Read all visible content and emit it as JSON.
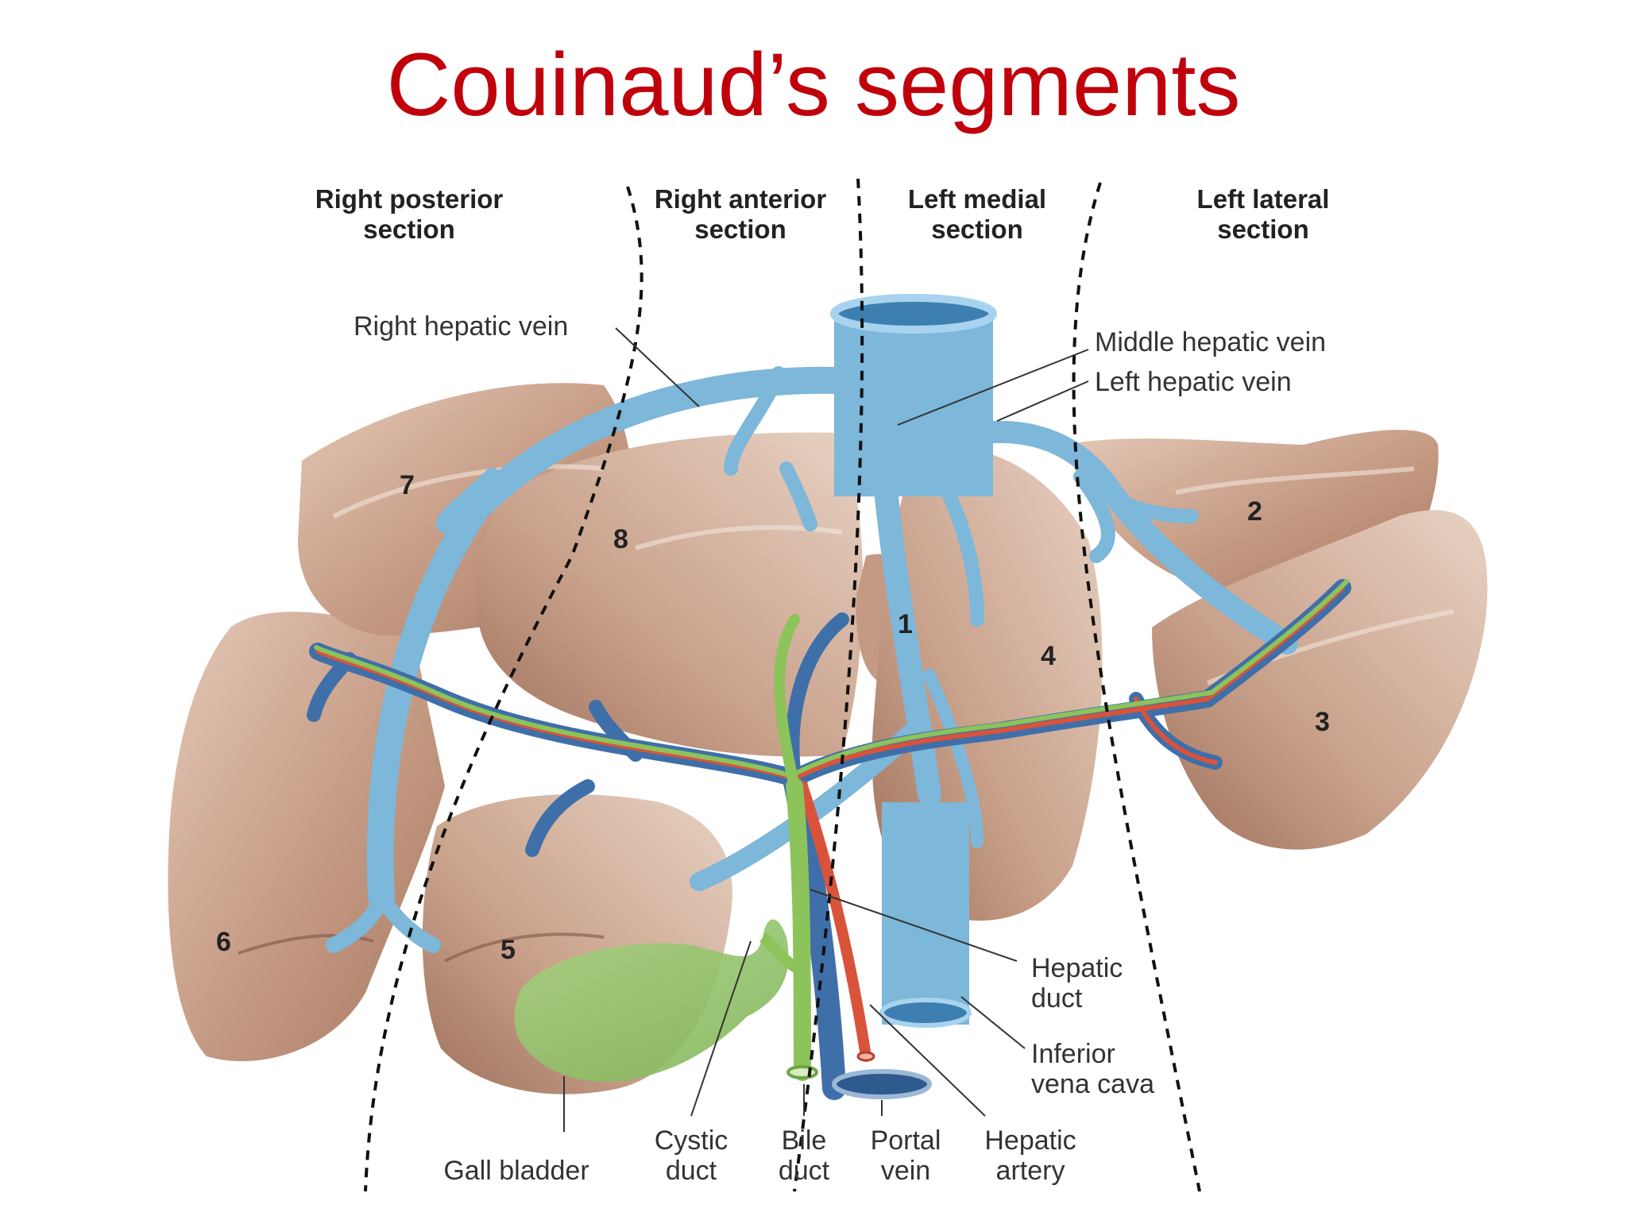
{
  "title": "Couinaud’s segments",
  "sections": {
    "right_posterior": [
      "Right posterior",
      "section"
    ],
    "right_anterior": [
      "Right anterior",
      "section"
    ],
    "left_medial": [
      "Left medial",
      "section"
    ],
    "left_lateral": [
      "Left lateral",
      "section"
    ]
  },
  "segments": {
    "s1": "1",
    "s2": "2",
    "s3": "3",
    "s4": "4",
    "s5": "5",
    "s6": "6",
    "s7": "7",
    "s8": "8"
  },
  "labels": {
    "right_hepatic_vein": "Right hepatic vein",
    "middle_hepatic_vein": "Middle hepatic vein",
    "left_hepatic_vein": "Left hepatic vein",
    "hepatic_duct": [
      "Hepatic",
      "duct"
    ],
    "ivc": [
      "Inferior",
      "vena cava"
    ],
    "gall_bladder": "Gall bladder",
    "cystic_duct": [
      "Cystic",
      "duct"
    ],
    "bile_duct": [
      "Bile",
      "duct"
    ],
    "portal_vein": [
      "Portal",
      "vein"
    ],
    "hepatic_artery": [
      "Hepatic",
      "artery"
    ]
  },
  "colors": {
    "title": "#c0000b",
    "liver": "#c59a83",
    "hepatic_vein": "#7db7d9",
    "portal_vein": "#3f6fa8",
    "hepatic_artery": "#d9533b",
    "bile_duct": "#8cc35b",
    "gall_bladder": "#93c86a"
  }
}
